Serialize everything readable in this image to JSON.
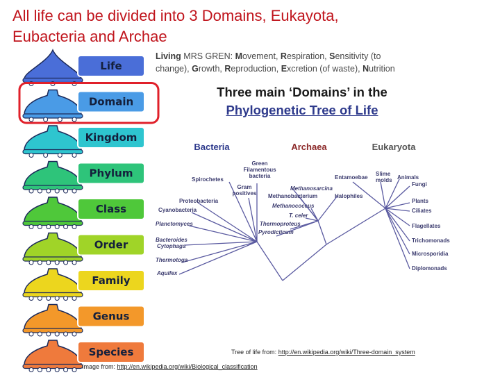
{
  "slide": {
    "title_line1": "All life can be divided into 3 Domains, Eukayota,",
    "title_line2": "Eubacteria and Archae"
  },
  "mnemonic": {
    "w1_b": "Living",
    "w1_r": " MRS GREN: ",
    "w2_b": "M",
    "w2_r": "ovement, ",
    "w3_b": "R",
    "w3_r": "espiration, ",
    "w4_b": "S",
    "w4_r": "ensitivity (to",
    "w5_r": "change), ",
    "w6_b": "G",
    "w6_r": "rowth, ",
    "w7_b": "R",
    "w7_r": "eproduction, ",
    "w8_b": "E",
    "w8_r": "xcretion (of waste), ",
    "w9_b": "N",
    "w9_r": "utrition"
  },
  "classification": {
    "levels": [
      "Life",
      "Domain",
      "Kingdom",
      "Phylum",
      "Class",
      "Order",
      "Family",
      "Genus",
      "Species"
    ],
    "colors": [
      "#4a6ed8",
      "#4a9be6",
      "#2ec5cf",
      "#2ec47a",
      "#4fc83a",
      "#a0d428",
      "#ecd61e",
      "#f3982a",
      "#ef7a3c"
    ],
    "highlight_color": "#e0202a",
    "highlight_level": "Domain"
  },
  "tree": {
    "title_line1": "Three main ‘Domains’ in the",
    "title_line2": "Phylogenetic Tree of Life",
    "domains": {
      "bacteria": "Bacteria",
      "archaea": "Archaea",
      "eukaryota": "Eukaryota"
    },
    "domain_colors": {
      "bacteria": "#2e3a8c",
      "archaea": "#8c2a2a",
      "eukaryota": "#555555"
    },
    "branch_color": "#5a5aa0",
    "labels": {
      "green1": "Green",
      "green2": "Filamentous",
      "green3": "bacteria",
      "spirochetes": "Spirochetes",
      "gram1": "Gram",
      "gram2": "positives",
      "proteobacteria": "Proteobacteria",
      "cyanobacteria": "Cyanobacteria",
      "planctomyces": "Planctomyces",
      "bacteroides": "Bacteroides",
      "cytophaga": "Cytophaga",
      "thermotoga": "Thermotoga",
      "aquifex": "Aquifex",
      "methanosarcina": "Methanosarcina",
      "methanobacterium": "Methanobacterium",
      "halophiles": "Halophiles",
      "methanococcus": "Methanococcus",
      "tceler": "T. celer",
      "thermoproteus": "Thermoproteus",
      "pyrodicticum": "Pyrodicticum",
      "entamoebae": "Entamoebae",
      "slime1": "Slime",
      "slime2": "molds",
      "animals": "Animals",
      "fungi": "Fungi",
      "plants": "Plants",
      "ciliates": "Ciliates",
      "flagellates": "Flagellates",
      "trichomonads": "Trichomonads",
      "microsporidia": "Microsporidia",
      "diplomonads": "Diplomonads"
    }
  },
  "credits": {
    "tree_prefix": "Tree of life from: ",
    "tree_url": "http://en.wikipedia.org/wiki/Three-domain_system",
    "image_prefix": "Image from: ",
    "image_url": "http://en.wikipedia.org/wiki/Biological_classification"
  }
}
